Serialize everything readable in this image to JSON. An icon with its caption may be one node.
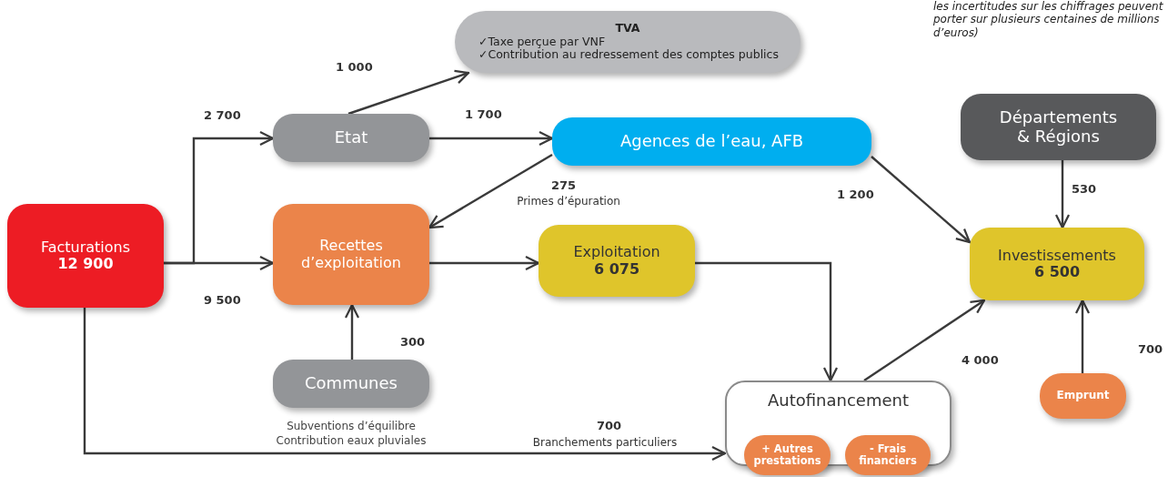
{
  "diagram": {
    "nodes": [
      {
        "text": [
          "TVA",
          "✓Taxe perçue par VNF",
          "✓Contribution au redressement des comptes publics"
        ]
      },
      {
        "text": [
          "Etat"
        ]
      },
      {
        "text": [
          "Agences de l’eau, AFB"
        ]
      },
      {
        "text": [
          "Départements & Régions"
        ]
      },
      {
        "text": [
          "Facturations",
          "12 900"
        ]
      },
      {
        "text": [
          "Recettes d’exploitation"
        ]
      },
      {
        "text": [
          "Exploitation",
          "6 075"
        ]
      },
      {
        "text": [
          "Investissements",
          "6 500"
        ]
      },
      {
        "text": [
          "Communes"
        ],
        "beside": [
          "Subventions d’équilibre",
          "Contribution eaux pluviales"
        ]
      },
      {
        "text": [
          "Autofinancement"
        ]
      },
      {
        "text": [
          "+ Autres prestations"
        ]
      },
      {
        "text": [
          "- Frais financiers"
        ]
      },
      {
        "text": [
          "Emprunt"
        ]
      }
    ],
    "edges": [
      {
        "from": 4,
        "to": 1,
        "arrow": "to",
        "label": "2 700"
      },
      {
        "from": 4,
        "to": 5,
        "arrow": "to",
        "label": "9 500"
      },
      {
        "from": 1,
        "to": 0,
        "arrow": "to",
        "label": "1 000"
      },
      {
        "from": 1,
        "to": 2,
        "arrow": "to",
        "label": "1 700"
      },
      {
        "from": 2,
        "to": 5,
        "arrow": "to",
        "label": "275"
      },
      {
        "from": 2,
        "to": 7,
        "arrow": "to",
        "label": "1 200"
      },
      {
        "from": 3,
        "to": 7,
        "arrow": "to",
        "label": "530"
      },
      {
        "from": 5,
        "to": 6,
        "arrow": "to"
      },
      {
        "from": 8,
        "to": 5,
        "arrow": "to",
        "label": "300"
      },
      {
        "from": 6,
        "to": 9,
        "arrow": "to"
      },
      {
        "from": 9,
        "to": 7,
        "arrow": "to",
        "label": "4 000"
      },
      {
        "from": 12,
        "to": 7,
        "arrow": "to",
        "label": "700"
      },
      {
        "from": 4,
        "to": 9,
        "arrow": "to",
        "label": "700"
      }
    ],
    "labels": [
      "les incertitudes sur les chiffrages peuvent porter sur plusieurs centaines de millions d’euros)",
      "Primes d’épuration",
      "Branchements particuliers"
    ]
  }
}
